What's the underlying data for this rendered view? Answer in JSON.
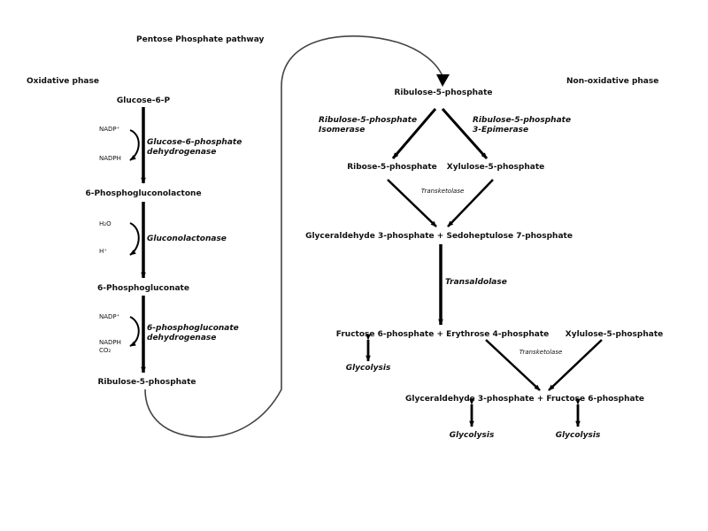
{
  "title": "Pentose Phosphate pathway",
  "phases": {
    "oxidative": "Oxidative phase",
    "non_oxidative": "Non-oxidative phase"
  },
  "oxidative": {
    "metabolites": [
      "Glucose-6-P",
      "6-Phosphogluconolactone",
      "6-Phosphogluconate",
      "Ribulose-5-phosphate"
    ],
    "enzymes": [
      {
        "line1": "Glucose-6-phosphate",
        "line2": "dehydrogenase"
      },
      {
        "line1": "Gluconolactonase",
        "line2": ""
      },
      {
        "line1": "6-phosphogluconate",
        "line2": "dehydrogenase"
      }
    ],
    "cofactors": [
      {
        "in": "NADP⁺",
        "out": "NADPH"
      },
      {
        "in": "H₂O",
        "out": "H⁺"
      },
      {
        "in": "NADP⁺",
        "out": "NADPH",
        "out2": "CO₂"
      }
    ]
  },
  "non_oxidative": {
    "start": "Ribulose-5-phosphate",
    "isomerase": {
      "line1": "Ribulose-5-phosphate",
      "line2": "Isomerase"
    },
    "epimerase": {
      "line1": "Ribulose-5-phosphate",
      "line2": "3-Epimerase"
    },
    "ribose": "Ribose-5-phosphate",
    "xylulose_1": "Xylulose-5-phosphate",
    "transketolase_1": "Transketolase",
    "g3p_s7p": "Glyceraldehyde 3-phosphate + Sedoheptulose 7-phosphate",
    "transaldolase": "Transaldolase",
    "f6p_e4p": "Fructose 6-phosphate + Erythrose 4-phosphate",
    "xylulose_2": "Xylulose-5-phosphate",
    "transketolase_2": "Transketolase",
    "g3p_f6p": "Glyceraldehyde 3-phosphate + Fructose 6-phosphate",
    "glycolysis": [
      "Glycolysis",
      "Glycolysis",
      "Glycolysis"
    ]
  }
}
